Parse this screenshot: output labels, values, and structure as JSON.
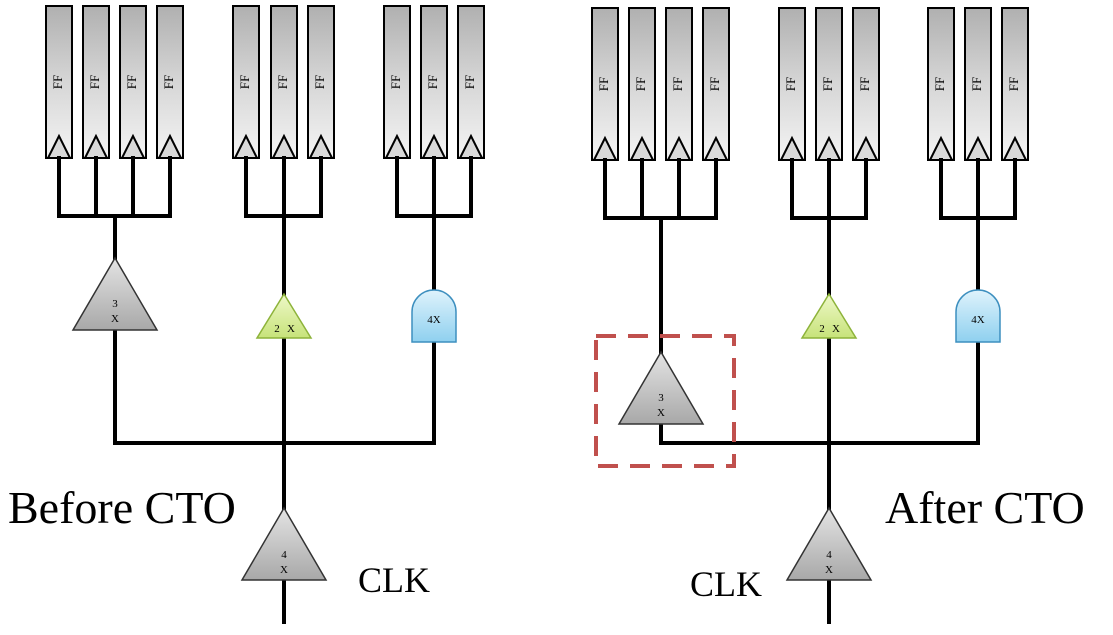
{
  "left": {
    "title": "Before CTO",
    "clk_label": "CLK",
    "root_buffer": {
      "line1": "4",
      "line2": "X"
    },
    "branch_a": {
      "line1": "3",
      "line2": "X"
    },
    "branch_b": {
      "line1": "2",
      "line2": "X"
    },
    "branch_c": {
      "label": "4X"
    }
  },
  "right": {
    "title": "After CTO",
    "clk_label": "CLK",
    "root_buffer": {
      "line1": "4",
      "line2": "X"
    },
    "branch_a": {
      "line1": "3",
      "line2": "X"
    },
    "branch_b": {
      "line1": "2",
      "line2": "X"
    },
    "branch_c": {
      "label": "4X"
    }
  },
  "ff_label": "FF",
  "colors": {
    "wire": "#000000",
    "highlight": "#c0504d",
    "buffer_gray": "#bfbfbf",
    "buffer_green": "#d7ef8f",
    "gate_blue": "#a6dcf5"
  },
  "icons": [
    "flip-flop",
    "buffer-triangle",
    "and-gate"
  ]
}
